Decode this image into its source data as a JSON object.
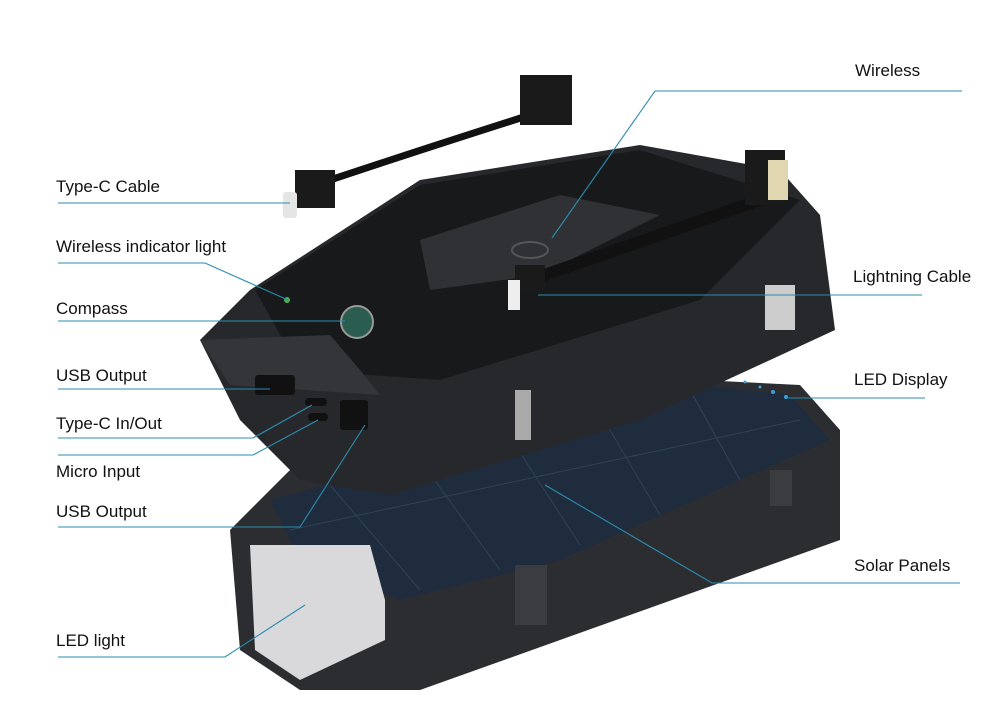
{
  "colors": {
    "leader": "#2a8cb0",
    "body": "#2b2d31",
    "panel": "#1f2c3d",
    "led_dot": "#3aa0e0"
  },
  "labels": {
    "type_c_cable": "Type-C Cable",
    "wireless_indicator": "Wireless indicator light",
    "compass": "Compass",
    "usb_output_1": "USB Output",
    "type_c_in_out": "Type-C In/Out",
    "micro_input": "Micro Input",
    "usb_output_2": "USB Output",
    "led_light": "LED light",
    "wireless": "Wireless",
    "lightning_cable": "Lightning Cable",
    "led_display": "LED Display",
    "solar_panels": "Solar Panels"
  }
}
